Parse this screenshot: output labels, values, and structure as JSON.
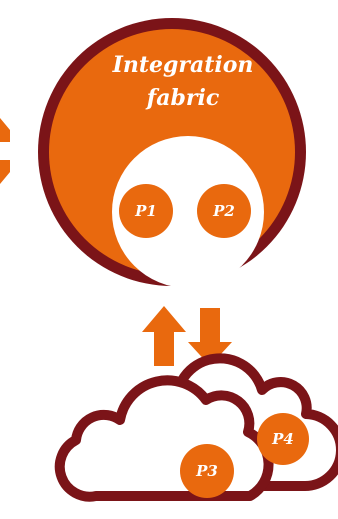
{
  "diagram": {
    "fabric": {
      "title_line1": "Integration",
      "title_line2": "fabric"
    },
    "inner_nodes": [
      {
        "label": "P1"
      },
      {
        "label": "P2"
      }
    ],
    "cloud_nodes": [
      {
        "label": "P3"
      },
      {
        "label": "P4"
      }
    ]
  },
  "colors": {
    "orange": "#E9690E",
    "maroon": "#7B1418",
    "white": "#FFFFFF"
  },
  "icons": {
    "left_edge_arrow": "partial-orange-arrow-icon",
    "connector": "bidirectional-arrows-icon",
    "clouds": "cloud-icon"
  }
}
